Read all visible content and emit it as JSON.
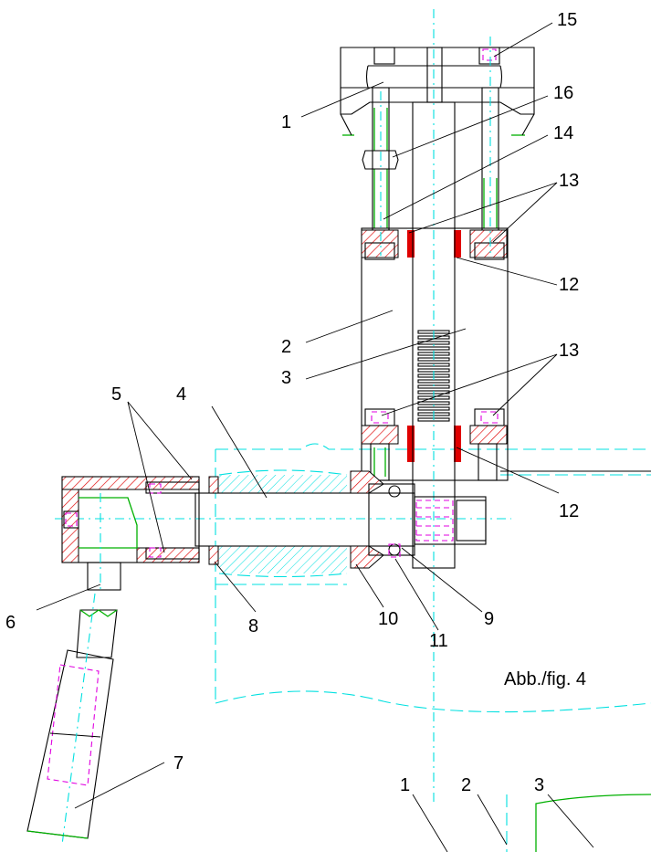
{
  "figure": {
    "caption": "Abb./fig. 4",
    "callouts": [
      {
        "id": "c15",
        "text": "15"
      },
      {
        "id": "c1",
        "text": "1"
      },
      {
        "id": "c16",
        "text": "16"
      },
      {
        "id": "c14",
        "text": "14"
      },
      {
        "id": "c13a",
        "text": "13"
      },
      {
        "id": "c12a",
        "text": "12"
      },
      {
        "id": "c2",
        "text": "2"
      },
      {
        "id": "c3",
        "text": "3"
      },
      {
        "id": "c13b",
        "text": "13"
      },
      {
        "id": "c5",
        "text": "5"
      },
      {
        "id": "c4",
        "text": "4"
      },
      {
        "id": "c12b",
        "text": "12"
      },
      {
        "id": "c6",
        "text": "6"
      },
      {
        "id": "c8",
        "text": "8"
      },
      {
        "id": "c10",
        "text": "10"
      },
      {
        "id": "c9",
        "text": "9"
      },
      {
        "id": "c11",
        "text": "11"
      },
      {
        "id": "c7",
        "text": "7"
      },
      {
        "id": "c1b",
        "text": "1"
      },
      {
        "id": "c2b",
        "text": "2"
      },
      {
        "id": "c3b",
        "text": "3"
      }
    ]
  },
  "colors": {
    "outline": "#000000",
    "centerline": "#00e0e0",
    "hidden": "#e000e0",
    "section_hatch": "#e00000",
    "green": "#00b000",
    "seal": "#e00000"
  }
}
